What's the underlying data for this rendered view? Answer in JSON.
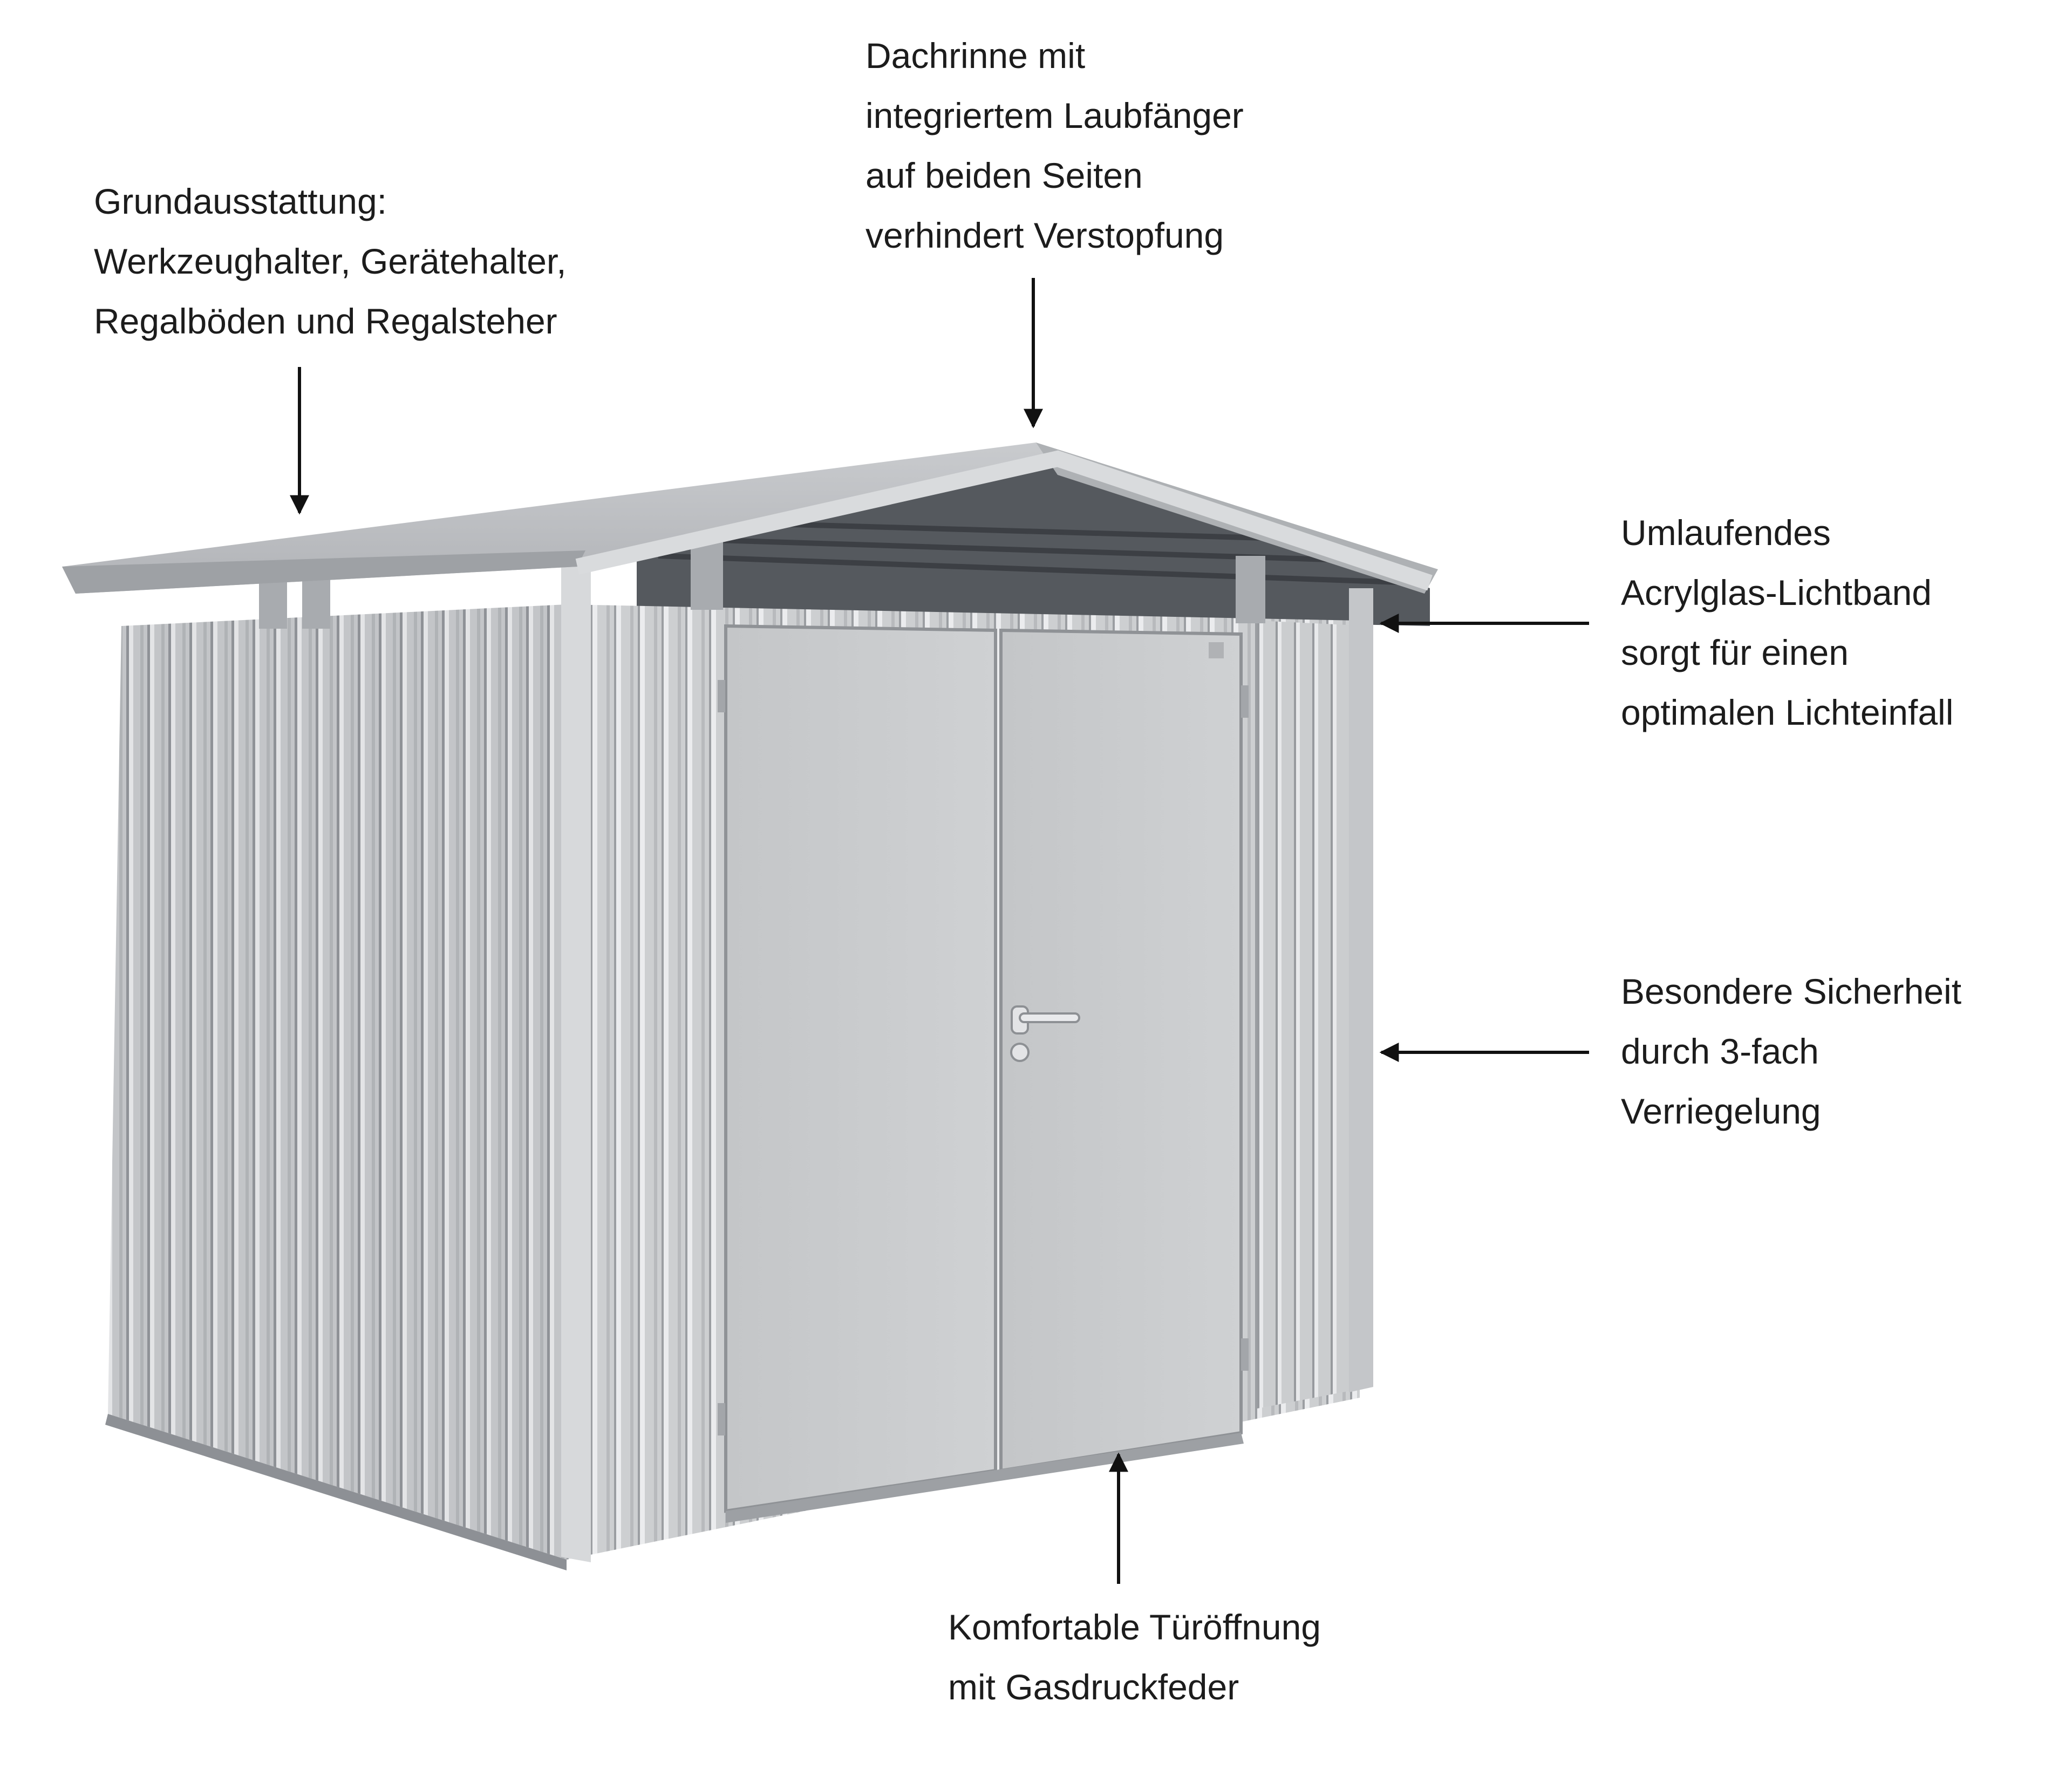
{
  "callouts": {
    "equipment": {
      "lines": [
        "Grundausstattung:",
        "Werkzeughalter, Gerätehalter,",
        "Regalböden und Regalsteher"
      ]
    },
    "gutter": {
      "lines": [
        "Dachrinne mit",
        "integriertem Laubfänger",
        "auf beiden Seiten",
        "verhindert Verstopfung"
      ]
    },
    "skylight": {
      "lines": [
        "Umlaufendes",
        "Acrylglas-Lichtband",
        "sorgt für einen",
        "optimalen Lichteinfall"
      ]
    },
    "security": {
      "lines": [
        "Besondere Sicherheit",
        "durch 3-fach",
        "Verriegelung"
      ]
    },
    "door": {
      "lines": [
        "Komfortable Türöffnung",
        "mit Gasdruckfeder"
      ]
    }
  },
  "colors": {
    "text": "#1c1c1c",
    "arrow": "#111111",
    "panel": "#c5c7c9",
    "panel_shadow": "#a9abae",
    "door": "#c9cbcd",
    "roof": "#b9bbbe",
    "roof_dark": "#5a5d62"
  }
}
